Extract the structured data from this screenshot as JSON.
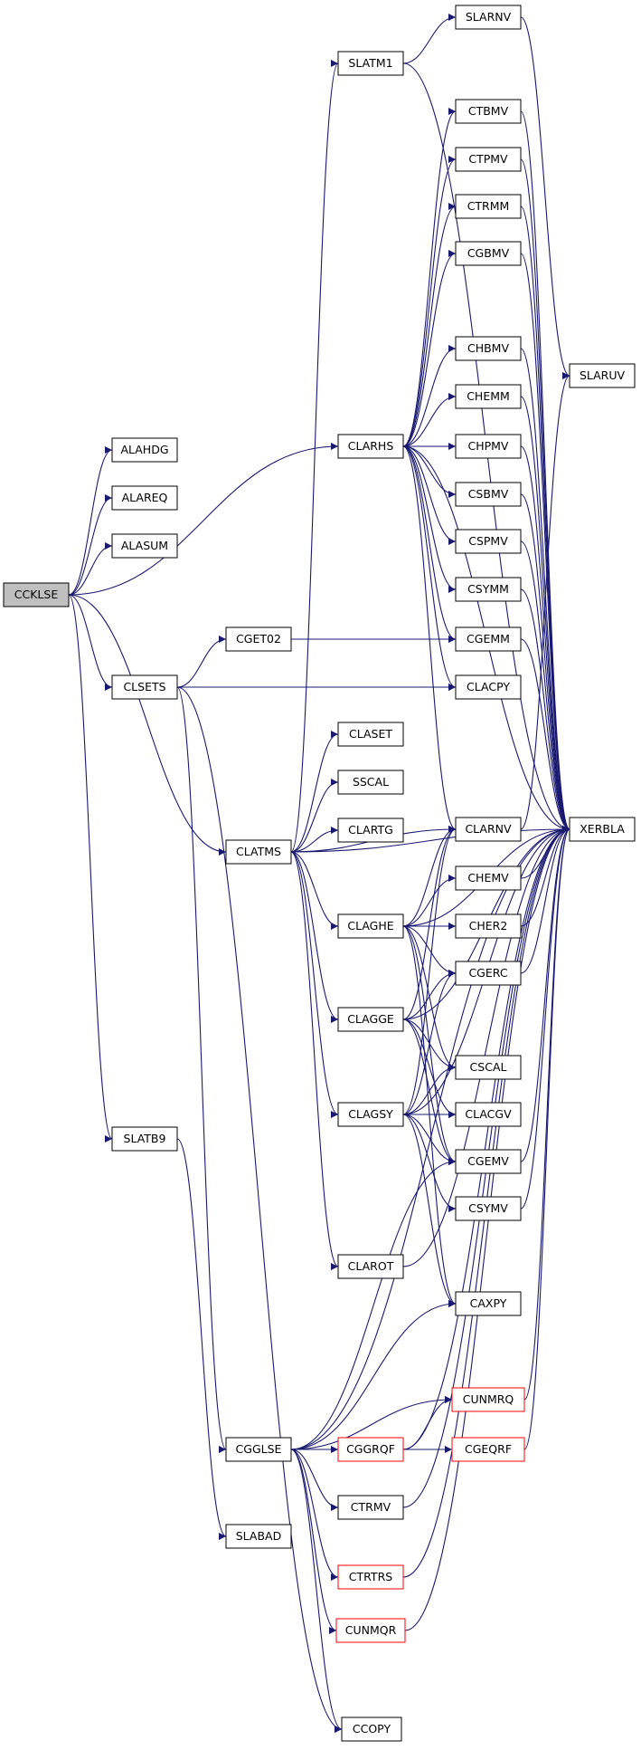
{
  "graph": {
    "nodes": [
      {
        "id": "CCKLSE",
        "label": "CCKLSE",
        "highlight": true
      },
      {
        "id": "ALAHDG",
        "label": "ALAHDG"
      },
      {
        "id": "ALAREQ",
        "label": "ALAREQ"
      },
      {
        "id": "ALASUM",
        "label": "ALASUM"
      },
      {
        "id": "CLSETS",
        "label": "CLSETS"
      },
      {
        "id": "SLATB9",
        "label": "SLATB9"
      },
      {
        "id": "CGET02",
        "label": "CGET02"
      },
      {
        "id": "CLATMS",
        "label": "CLATMS"
      },
      {
        "id": "CGGLSE",
        "label": "CGGLSE"
      },
      {
        "id": "SLABAD",
        "label": "SLABAD"
      },
      {
        "id": "SLATM1",
        "label": "SLATM1"
      },
      {
        "id": "CLARHS",
        "label": "CLARHS"
      },
      {
        "id": "CLASET",
        "label": "CLASET"
      },
      {
        "id": "SSCAL",
        "label": "SSCAL"
      },
      {
        "id": "CLARTG",
        "label": "CLARTG"
      },
      {
        "id": "CLAGHE",
        "label": "CLAGHE"
      },
      {
        "id": "CLAGGE",
        "label": "CLAGGE"
      },
      {
        "id": "CLAGSY",
        "label": "CLAGSY"
      },
      {
        "id": "CLAROT",
        "label": "CLAROT"
      },
      {
        "id": "CGGRQF",
        "label": "CGGRQF",
        "red": true
      },
      {
        "id": "CTRMV",
        "label": "CTRMV"
      },
      {
        "id": "CTRTRS",
        "label": "CTRTRS",
        "red": true
      },
      {
        "id": "CUNMQR",
        "label": "CUNMQR",
        "red": true
      },
      {
        "id": "CCOPY",
        "label": "CCOPY"
      },
      {
        "id": "SLARNV",
        "label": "SLARNV"
      },
      {
        "id": "CTBMV",
        "label": "CTBMV"
      },
      {
        "id": "CTPMV",
        "label": "CTPMV"
      },
      {
        "id": "CTRMM",
        "label": "CTRMM"
      },
      {
        "id": "CGBMV",
        "label": "CGBMV"
      },
      {
        "id": "CHBMV",
        "label": "CHBMV"
      },
      {
        "id": "CHEMM",
        "label": "CHEMM"
      },
      {
        "id": "CHPMV",
        "label": "CHPMV"
      },
      {
        "id": "CSBMV",
        "label": "CSBMV"
      },
      {
        "id": "CSPMV",
        "label": "CSPMV"
      },
      {
        "id": "CSYMM",
        "label": "CSYMM"
      },
      {
        "id": "CGEMM",
        "label": "CGEMM"
      },
      {
        "id": "CLACPY",
        "label": "CLACPY"
      },
      {
        "id": "CLARNV",
        "label": "CLARNV"
      },
      {
        "id": "CHEMV",
        "label": "CHEMV"
      },
      {
        "id": "CHER2",
        "label": "CHER2"
      },
      {
        "id": "CGERC",
        "label": "CGERC"
      },
      {
        "id": "CSCAL",
        "label": "CSCAL"
      },
      {
        "id": "CLACGV",
        "label": "CLACGV"
      },
      {
        "id": "CGEMV",
        "label": "CGEMV"
      },
      {
        "id": "CSYMV",
        "label": "CSYMV"
      },
      {
        "id": "CAXPY",
        "label": "CAXPY"
      },
      {
        "id": "CUNMRQ",
        "label": "CUNMRQ",
        "red": true
      },
      {
        "id": "CGEQRF",
        "label": "CGEQRF",
        "red": true
      },
      {
        "id": "SLARUV",
        "label": "SLARUV"
      },
      {
        "id": "XERBLA",
        "label": "XERBLA"
      }
    ],
    "edges": [
      [
        "CCKLSE",
        "ALAHDG"
      ],
      [
        "CCKLSE",
        "ALAREQ"
      ],
      [
        "CCKLSE",
        "ALASUM"
      ],
      [
        "CCKLSE",
        "CLARHS"
      ],
      [
        "CCKLSE",
        "CLSETS"
      ],
      [
        "CCKLSE",
        "CLATMS"
      ],
      [
        "CCKLSE",
        "SLATB9"
      ],
      [
        "CLSETS",
        "CGET02"
      ],
      [
        "CLSETS",
        "CLACPY"
      ],
      [
        "CLSETS",
        "CGGLSE"
      ],
      [
        "CLSETS",
        "CCOPY"
      ],
      [
        "CGET02",
        "CGEMM"
      ],
      [
        "SLATB9",
        "SLABAD"
      ],
      [
        "CLATMS",
        "SLATM1"
      ],
      [
        "CLATMS",
        "CLASET"
      ],
      [
        "CLATMS",
        "SSCAL"
      ],
      [
        "CLATMS",
        "CLARTG"
      ],
      [
        "CLATMS",
        "CLARNV"
      ],
      [
        "CLATMS",
        "XERBLA"
      ],
      [
        "CLATMS",
        "CLAGHE"
      ],
      [
        "CLATMS",
        "CLAGGE"
      ],
      [
        "CLATMS",
        "CLAGSY"
      ],
      [
        "CLATMS",
        "CLAROT"
      ],
      [
        "SLATM1",
        "SLARNV"
      ],
      [
        "SLATM1",
        "XERBLA"
      ],
      [
        "SLARNV",
        "SLARUV"
      ],
      [
        "CLARHS",
        "CTBMV"
      ],
      [
        "CLARHS",
        "CTPMV"
      ],
      [
        "CLARHS",
        "CTRMM"
      ],
      [
        "CLARHS",
        "CGBMV"
      ],
      [
        "CLARHS",
        "XERBLA"
      ],
      [
        "CLARHS",
        "CHBMV"
      ],
      [
        "CLARHS",
        "CHEMM"
      ],
      [
        "CLARHS",
        "CHPMV"
      ],
      [
        "CLARHS",
        "CSBMV"
      ],
      [
        "CLARHS",
        "CSPMV"
      ],
      [
        "CLARHS",
        "CSYMM"
      ],
      [
        "CLARHS",
        "CGEMM"
      ],
      [
        "CLARHS",
        "CLACPY"
      ],
      [
        "CLARHS",
        "CLARNV"
      ],
      [
        "CTBMV",
        "XERBLA"
      ],
      [
        "CTPMV",
        "XERBLA"
      ],
      [
        "CTRMM",
        "XERBLA"
      ],
      [
        "CGBMV",
        "XERBLA"
      ],
      [
        "CHBMV",
        "XERBLA"
      ],
      [
        "CHEMM",
        "XERBLA"
      ],
      [
        "CHPMV",
        "XERBLA"
      ],
      [
        "CSBMV",
        "XERBLA"
      ],
      [
        "CSPMV",
        "XERBLA"
      ],
      [
        "CSYMM",
        "XERBLA"
      ],
      [
        "CGEMM",
        "XERBLA"
      ],
      [
        "CLARNV",
        "SLARUV"
      ],
      [
        "CHEMV",
        "XERBLA"
      ],
      [
        "CHER2",
        "XERBLA"
      ],
      [
        "CGERC",
        "XERBLA"
      ],
      [
        "CGEMV",
        "XERBLA"
      ],
      [
        "CSYMV",
        "XERBLA"
      ],
      [
        "CUNMRQ",
        "XERBLA"
      ],
      [
        "CGEQRF",
        "XERBLA"
      ],
      [
        "CLAGHE",
        "CLARNV"
      ],
      [
        "CLAGHE",
        "CHEMV"
      ],
      [
        "CLAGHE",
        "CHER2"
      ],
      [
        "CLAGHE",
        "CGERC"
      ],
      [
        "CLAGHE",
        "CSCAL"
      ],
      [
        "CLAGHE",
        "CGEMV"
      ],
      [
        "CLAGHE",
        "CAXPY"
      ],
      [
        "CLAGHE",
        "XERBLA"
      ],
      [
        "CLAGGE",
        "CLARNV"
      ],
      [
        "CLAGGE",
        "CGERC"
      ],
      [
        "CLAGGE",
        "CSCAL"
      ],
      [
        "CLAGGE",
        "CLACGV"
      ],
      [
        "CLAGGE",
        "CGEMV"
      ],
      [
        "CLAGGE",
        "XERBLA"
      ],
      [
        "CLAGSY",
        "CLARNV"
      ],
      [
        "CLAGSY",
        "CGERC"
      ],
      [
        "CLAGSY",
        "CSCAL"
      ],
      [
        "CLAGSY",
        "CLACGV"
      ],
      [
        "CLAGSY",
        "CGEMV"
      ],
      [
        "CLAGSY",
        "CSYMV"
      ],
      [
        "CLAGSY",
        "CAXPY"
      ],
      [
        "CLAGSY",
        "XERBLA"
      ],
      [
        "CLAROT",
        "XERBLA"
      ],
      [
        "CGGLSE",
        "CGEMV"
      ],
      [
        "CGGLSE",
        "CAXPY"
      ],
      [
        "CGGLSE",
        "CUNMRQ"
      ],
      [
        "CGGLSE",
        "CGGRQF"
      ],
      [
        "CGGLSE",
        "CTRMV"
      ],
      [
        "CGGLSE",
        "CTRTRS"
      ],
      [
        "CGGLSE",
        "CUNMQR"
      ],
      [
        "CGGLSE",
        "CCOPY"
      ],
      [
        "CGGLSE",
        "XERBLA"
      ],
      [
        "CGGRQF",
        "CUNMRQ"
      ],
      [
        "CGGRQF",
        "CGEQRF"
      ],
      [
        "CGGRQF",
        "XERBLA"
      ],
      [
        "CTRMV",
        "XERBLA"
      ],
      [
        "CTRTRS",
        "XERBLA"
      ],
      [
        "CUNMQR",
        "XERBLA"
      ]
    ]
  }
}
